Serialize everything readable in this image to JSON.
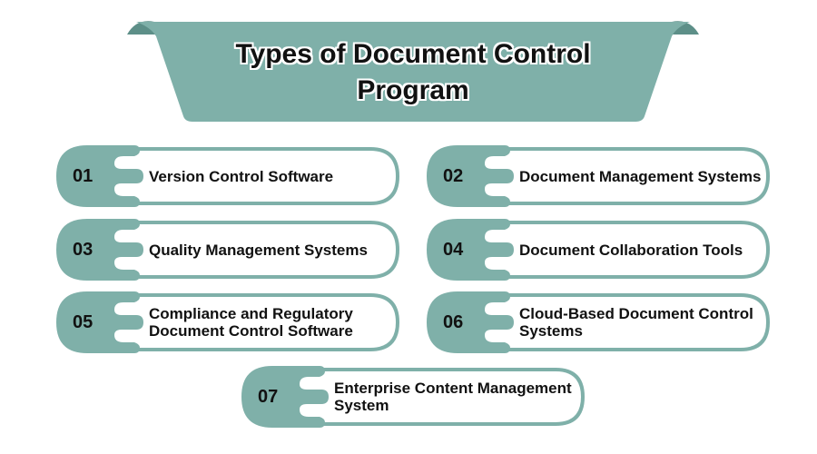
{
  "title": {
    "line1": "Types of Document Control",
    "line2": "Program"
  },
  "colors": {
    "teal": "#7fb0a9",
    "teal_dark": "#5d8f88",
    "text": "#111111"
  },
  "items": [
    {
      "num": "01",
      "label": "Version Control Software"
    },
    {
      "num": "02",
      "label": "Document Management Systems"
    },
    {
      "num": "03",
      "label": "Quality Management Systems"
    },
    {
      "num": "04",
      "label": "Document Collaboration Tools"
    },
    {
      "num": "05",
      "label": "Compliance and Regulatory Document Control Software"
    },
    {
      "num": "06",
      "label": "Cloud-Based Document Control Systems"
    },
    {
      "num": "07",
      "label": "Enterprise Content Management System"
    }
  ]
}
